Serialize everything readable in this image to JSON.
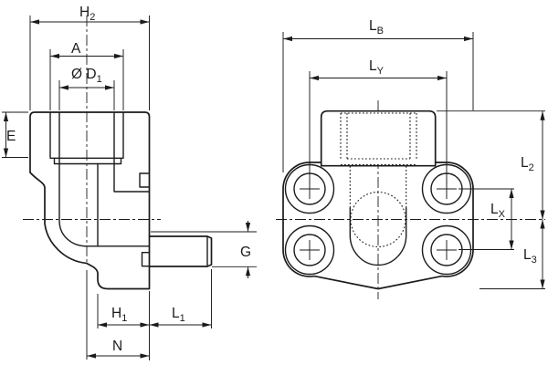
{
  "colors": {
    "background": "#ffffff",
    "line": "#1b1b1b"
  },
  "drawing_type": "two-view engineering drawing of a 90-degree elbow flange fitting",
  "labels": {
    "h2": {
      "base": "H",
      "sub": "2"
    },
    "a": {
      "base": "A",
      "sub": ""
    },
    "d1": {
      "base": "Ø D",
      "sub": "1"
    },
    "e": {
      "base": "E",
      "sub": ""
    },
    "g": {
      "base": "G",
      "sub": ""
    },
    "h1": {
      "base": "H",
      "sub": "1"
    },
    "l1": {
      "base": "L",
      "sub": "1"
    },
    "n": {
      "base": "N",
      "sub": ""
    },
    "lb": {
      "base": "L",
      "sub": "B"
    },
    "ly": {
      "base": "L",
      "sub": "Y"
    },
    "l2": {
      "base": "L",
      "sub": "2"
    },
    "lx": {
      "base": "L",
      "sub": "X"
    },
    "l3": {
      "base": "L",
      "sub": "3"
    }
  }
}
